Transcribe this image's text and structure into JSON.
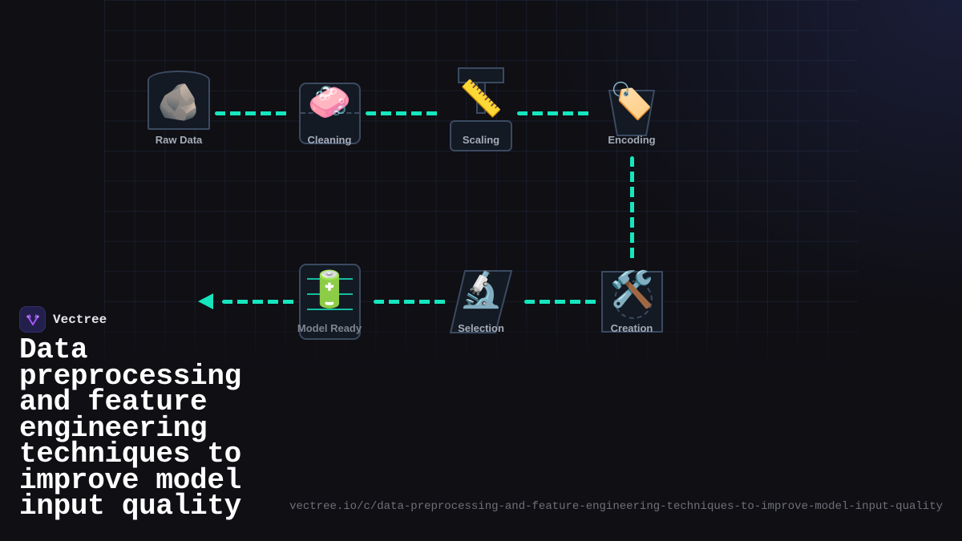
{
  "diagram": {
    "type": "pipeline-flowchart",
    "nodes": [
      {
        "id": "raw_data",
        "label": "Raw Data",
        "icon": "rock-icon",
        "glyph": "🪨",
        "shape": "arched-rectangle"
      },
      {
        "id": "cleaning",
        "label": "Cleaning",
        "icon": "soap-icon",
        "glyph": "🧼",
        "shape": "rounded-rectangle"
      },
      {
        "id": "scaling",
        "label": "Scaling",
        "icon": "ruler-icon",
        "glyph": "📏",
        "shape": "pedestal"
      },
      {
        "id": "encoding",
        "label": "Encoding",
        "icon": "tag-icon",
        "glyph": "🏷️",
        "shape": "trapezoid"
      },
      {
        "id": "creation",
        "label": "Creation",
        "icon": "hammer-wrench-icon",
        "glyph": "🛠️",
        "shape": "square"
      },
      {
        "id": "selection",
        "label": "Selection",
        "icon": "microscope-icon",
        "glyph": "🔬",
        "shape": "parallelogram"
      },
      {
        "id": "model_ready",
        "label": "Model Ready",
        "icon": "battery-icon",
        "glyph": "🔋",
        "shape": "rounded-rectangle"
      }
    ],
    "edges": [
      {
        "from": "raw_data",
        "to": "cleaning"
      },
      {
        "from": "cleaning",
        "to": "scaling"
      },
      {
        "from": "scaling",
        "to": "encoding"
      },
      {
        "from": "encoding",
        "to": "creation"
      },
      {
        "from": "creation",
        "to": "selection"
      },
      {
        "from": "selection",
        "to": "model_ready"
      },
      {
        "from": "model_ready",
        "to": "output"
      }
    ],
    "colors": {
      "edge": "#16e6be",
      "node_border": "#3b4a60",
      "node_fill": "#131a24",
      "label": "#a5acb8",
      "background": "#0f0f14"
    }
  },
  "brand": {
    "name": "Vectree",
    "accent": "#a855f7"
  },
  "title": "Data preprocessing and feature engineering techniques to improve model input quality",
  "url": "vectree.io/c/data-preprocessing-and-feature-engineering-techniques-to-improve-model-input-quality"
}
